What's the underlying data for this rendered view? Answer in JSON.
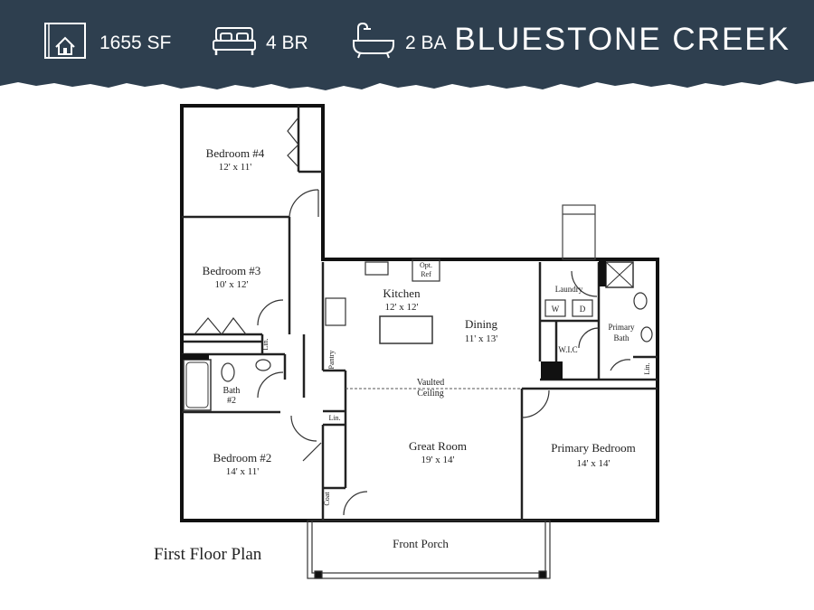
{
  "header": {
    "stats": [
      {
        "icon": "floorplan-icon",
        "text": "1655 SF"
      },
      {
        "icon": "bed-icon",
        "text": "4 BR"
      },
      {
        "icon": "bathtub-icon",
        "text": "2 BA"
      }
    ],
    "title": "BLUESTONE CREEK",
    "band_color": "#2e3f4f"
  },
  "rooms": {
    "bedroom4": {
      "name": "Bedroom #4",
      "size": "12' x 11'"
    },
    "bedroom3": {
      "name": "Bedroom #3",
      "size": "10' x 12'"
    },
    "bath2": {
      "name": "Bath",
      "num": "#2"
    },
    "bedroom2": {
      "name": "Bedroom #2",
      "size": "14' x 11'"
    },
    "kitchen": {
      "name": "Kitchen",
      "size": "12' x 12'"
    },
    "dining": {
      "name": "Dining",
      "size": "11' x 13'"
    },
    "great_room": {
      "name": "Great Room",
      "size": "19' x 14'"
    },
    "primary_bedroom": {
      "name": "Primary Bedroom",
      "size": "14' x 14'"
    },
    "laundry": {
      "name": "Laundry"
    },
    "primary_bath": {
      "line1": "Primary",
      "line2": "Bath"
    },
    "wic": {
      "name": "W.I.C"
    },
    "front_porch": {
      "name": "Front Porch"
    }
  },
  "labels": {
    "vaulted": "Vaulted",
    "ceiling": "Ceiling",
    "opt": "Opt.",
    "ref": "Ref",
    "pantry": "Pantry",
    "lin_hall": "Lin.",
    "lin_bed3": "Lin.",
    "lin_bath": "Lin.",
    "coat": "Coat",
    "washer": "W",
    "dryer": "D"
  },
  "caption": "First Floor Plan"
}
